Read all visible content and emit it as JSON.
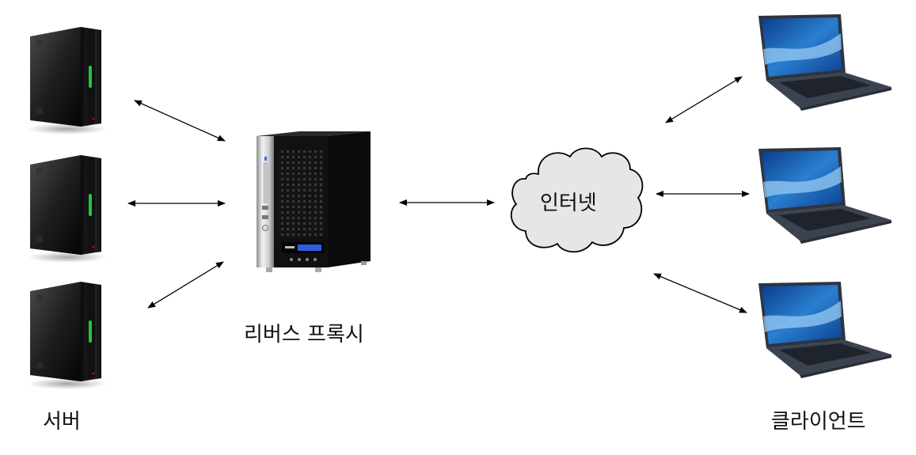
{
  "diagram": {
    "title": "Reverse proxy network diagram",
    "labels": {
      "servers": "서버",
      "proxy": "리버스 프록시",
      "internet": "인터넷",
      "clients": "클라이언트"
    },
    "nodes": {
      "servers": [
        {
          "id": "server-1",
          "icon": "server-tower-icon"
        },
        {
          "id": "server-2",
          "icon": "server-tower-icon"
        },
        {
          "id": "server-3",
          "icon": "server-tower-icon"
        }
      ],
      "proxy": {
        "id": "reverse-proxy",
        "icon": "nas-server-icon"
      },
      "internet": {
        "id": "internet",
        "icon": "cloud-icon"
      },
      "clients": [
        {
          "id": "client-1",
          "icon": "laptop-icon"
        },
        {
          "id": "client-2",
          "icon": "laptop-icon"
        },
        {
          "id": "client-3",
          "icon": "laptop-icon"
        }
      ]
    },
    "connections": [
      {
        "from": "server-1",
        "to": "reverse-proxy",
        "type": "bidirectional"
      },
      {
        "from": "server-2",
        "to": "reverse-proxy",
        "type": "bidirectional"
      },
      {
        "from": "server-3",
        "to": "reverse-proxy",
        "type": "bidirectional"
      },
      {
        "from": "reverse-proxy",
        "to": "internet",
        "type": "bidirectional"
      },
      {
        "from": "internet",
        "to": "client-1",
        "type": "bidirectional"
      },
      {
        "from": "internet",
        "to": "client-2",
        "type": "bidirectional"
      },
      {
        "from": "internet",
        "to": "client-3",
        "type": "bidirectional"
      }
    ],
    "colors": {
      "cloud_fill": "#e6e6e6",
      "stroke": "#000000",
      "server_led": "#22dd44",
      "screen_blue": "#2a7fd0"
    }
  }
}
